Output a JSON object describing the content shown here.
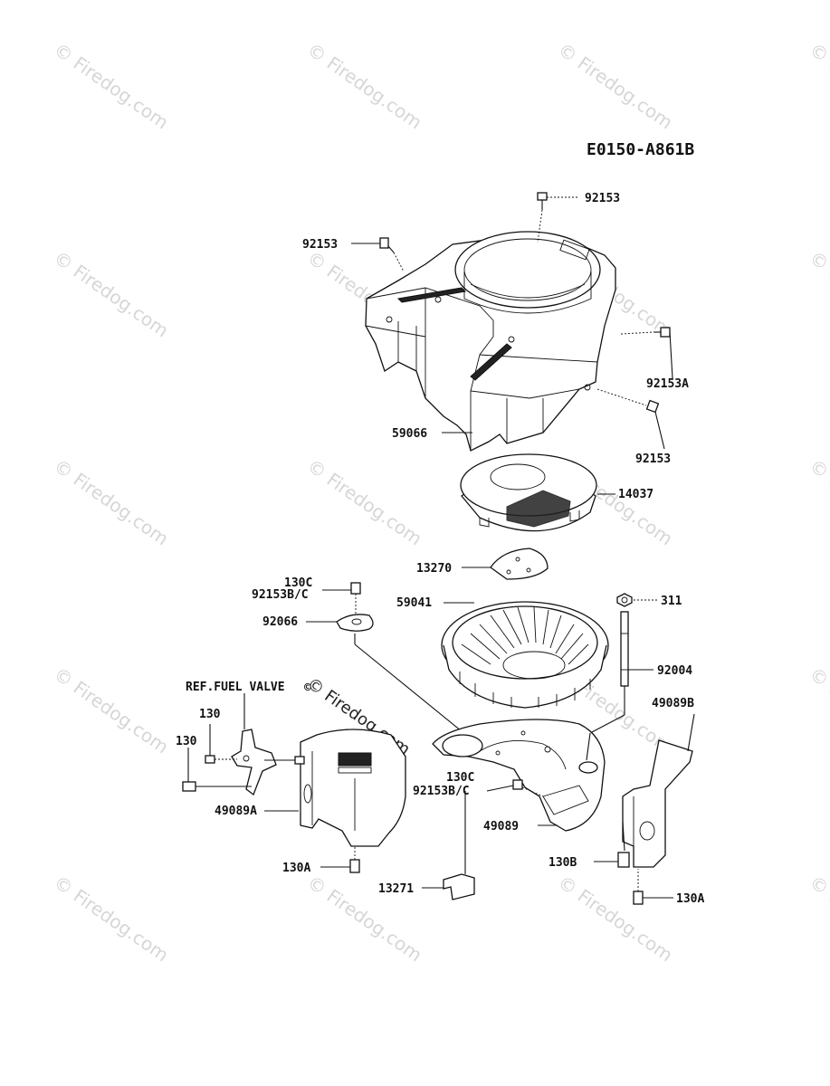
{
  "diagram": {
    "code": "E0150-A861B",
    "watermark_text": "© Firedog.com",
    "labels": {
      "l_92153_top": "92153",
      "l_92153_left": "92153",
      "l_92153A": "92153A",
      "l_92153_right": "92153",
      "l_59066": "59066",
      "l_14037": "14037",
      "l_13270": "13270",
      "l_130C_a": "130C",
      "l_92153BC_a": "92153B/C",
      "l_311": "311",
      "l_59041": "59041",
      "l_92066": "92066",
      "l_92004": "92004",
      "l_49089B": "49089B",
      "l_ref_fuel": "REF.FUEL VALVE",
      "l_130_a": "130",
      "l_130_b": "130",
      "l_49089A": "49089A",
      "l_130C_b": "130C",
      "l_92153BC_b": "92153B/C",
      "l_49089": "49089",
      "l_130B": "130B",
      "l_130A_left": "130A",
      "l_13271": "13271",
      "l_130A_right": "130A"
    }
  }
}
